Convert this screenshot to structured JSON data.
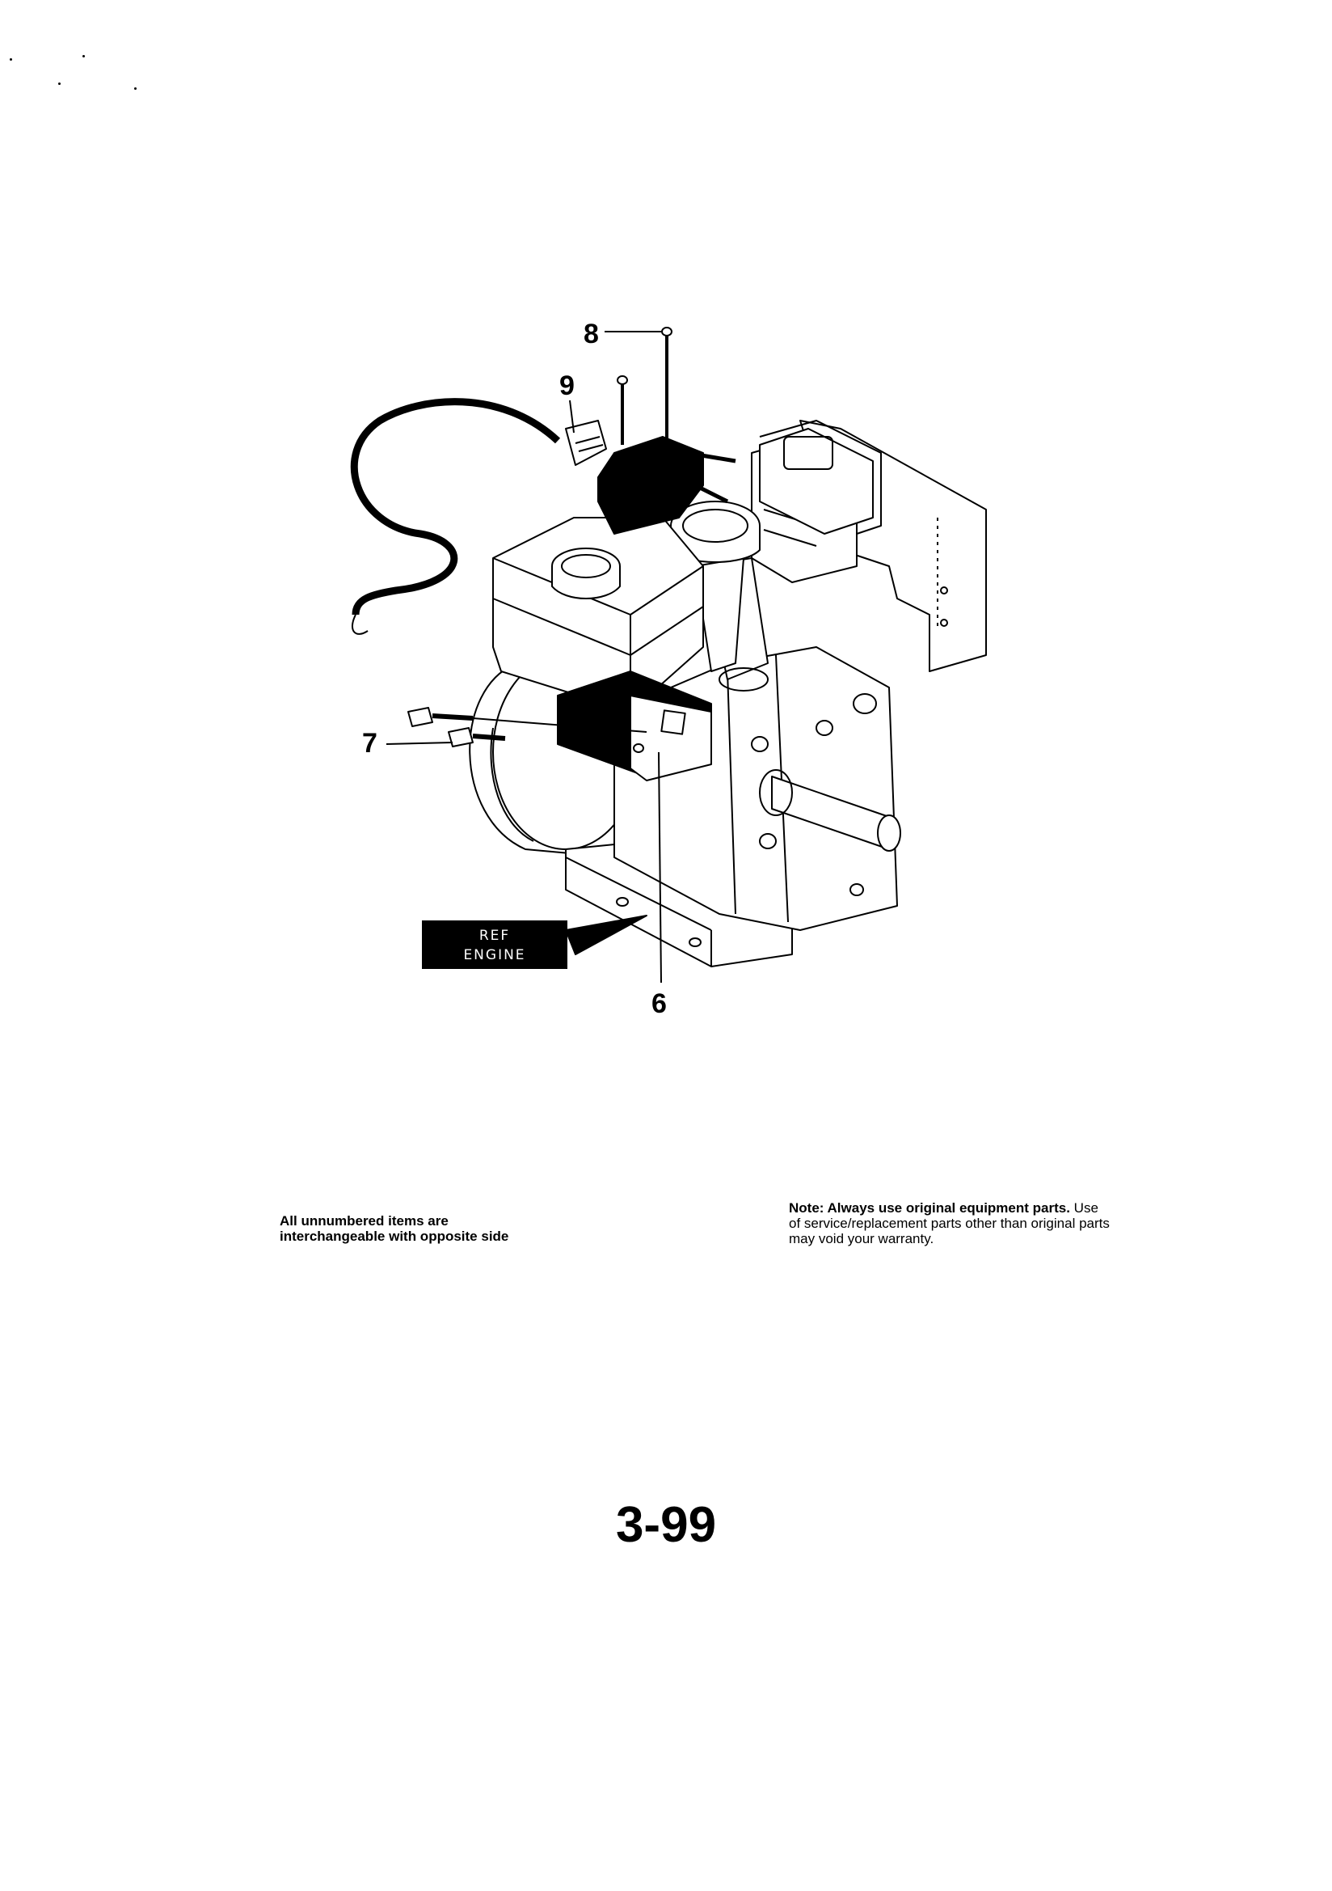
{
  "callouts": {
    "c6": "6",
    "c7": "7",
    "c8": "8",
    "c9": "9"
  },
  "ref_label": {
    "line1": "REF",
    "line2": "ENGINE"
  },
  "notes": {
    "left": "All unnumbered items are interchangeable with opposite side",
    "right_bold": "Note: Always use original equipment parts.",
    "right_text": " Use of service/replacement parts other than original parts may void your warranty."
  },
  "page_number": "3-99",
  "colors": {
    "ink": "#000000",
    "paper": "#ffffff"
  }
}
